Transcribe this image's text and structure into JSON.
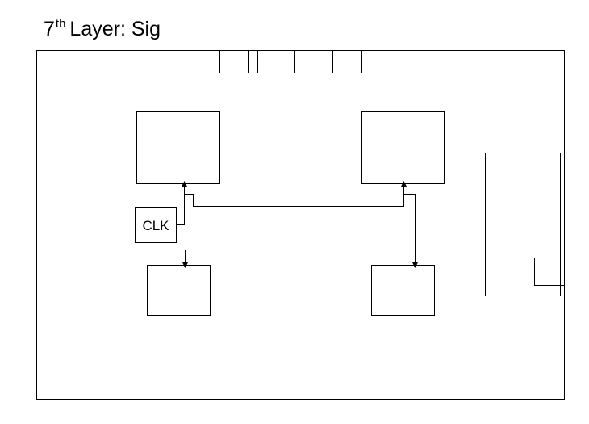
{
  "title": {
    "prefix": "7",
    "superscript": "th",
    "rest": "Layer: Sig"
  },
  "components": {
    "clock_label": "CLK"
  },
  "style": {
    "stroke_color": "#000000",
    "background_color": "#ffffff"
  }
}
